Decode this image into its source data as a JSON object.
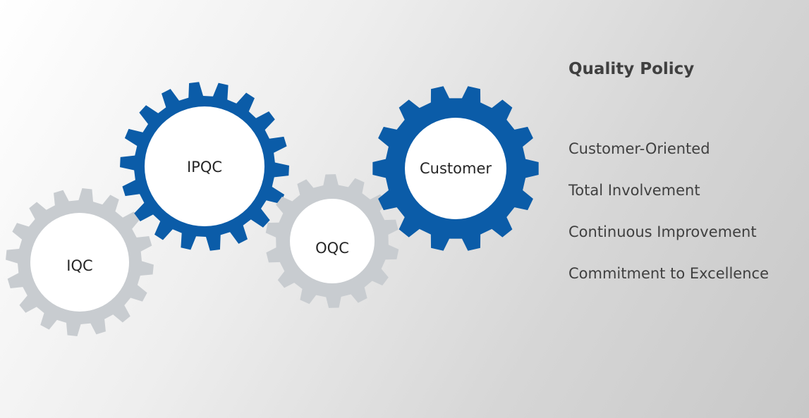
{
  "gears": [
    {
      "id": "iqc",
      "label": "IQC",
      "color": "#c8ccd0",
      "role": "process"
    },
    {
      "id": "ipqc",
      "label": "IPQC",
      "color": "#0b5ca8",
      "role": "process"
    },
    {
      "id": "oqc",
      "label": "OQC",
      "color": "#c8ccd0",
      "role": "process"
    },
    {
      "id": "customer",
      "label": "Customer",
      "color": "#0b5ca8",
      "role": "target"
    }
  ],
  "policy": {
    "title": "Quality Policy",
    "items": [
      "Customer-Oriented",
      "Total Involvement",
      "Continuous Improvement",
      "Commitment to Excellence"
    ]
  },
  "colors": {
    "blue_gear": "#0b5ca8",
    "gray_gear": "#c8ccd0",
    "gear_center": "#ffffff",
    "text_dark": "#404040"
  }
}
